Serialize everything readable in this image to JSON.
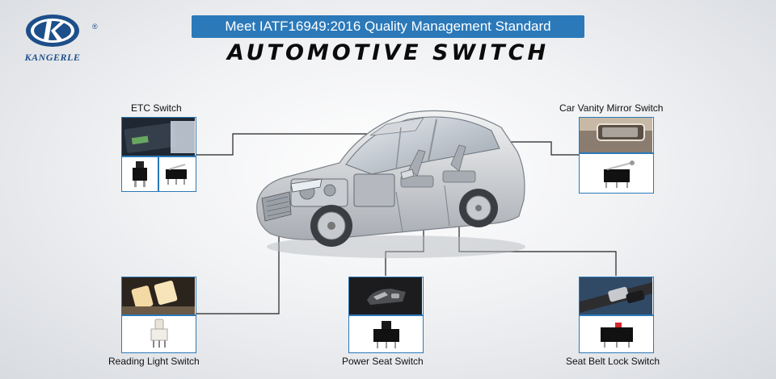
{
  "brand": {
    "name": "KANGERLE",
    "registered_mark": "®",
    "brand_color": "#1d4f8a"
  },
  "header": {
    "banner": "Meet IATF16949:2016 Quality Management Standard",
    "title": "AUTOMOTIVE SWITCH",
    "banner_color": "#2b79b9"
  },
  "products": [
    {
      "label": "ETC Switch"
    },
    {
      "label": "Car Vanity Mirror Switch"
    },
    {
      "label": "Reading Light Switch"
    },
    {
      "label": "Power Seat Switch"
    },
    {
      "label": "Seat Belt Lock Switch"
    }
  ],
  "icons": [
    "kangerle-logo-icon",
    "car-illustration",
    "etc-device-photo",
    "vanity-mirror-photo",
    "reading-light-photo",
    "power-seat-photo",
    "seat-belt-photo",
    "micro-switch-icon"
  ]
}
